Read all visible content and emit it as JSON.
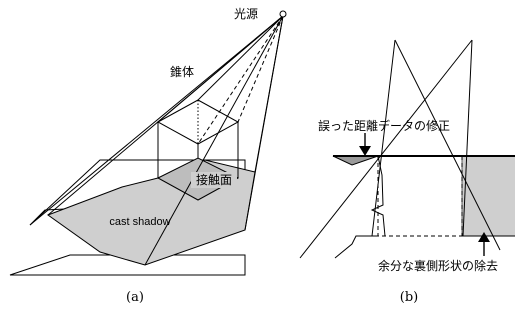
{
  "panel_a": {
    "light_source_label": "光源",
    "cone_label": "錐体",
    "contact_surface_label": "接触面",
    "cast_shadow_label": "cast shadow",
    "caption": "(a)"
  },
  "panel_b": {
    "distance_correction_label": "誤った距離データの修正",
    "remove_backside_label": "余分な裏側形状の除去",
    "caption": "(b)"
  },
  "colors": {
    "shadow_fill": "#cfcfcf",
    "line": "#000000",
    "background": "#ffffff"
  }
}
